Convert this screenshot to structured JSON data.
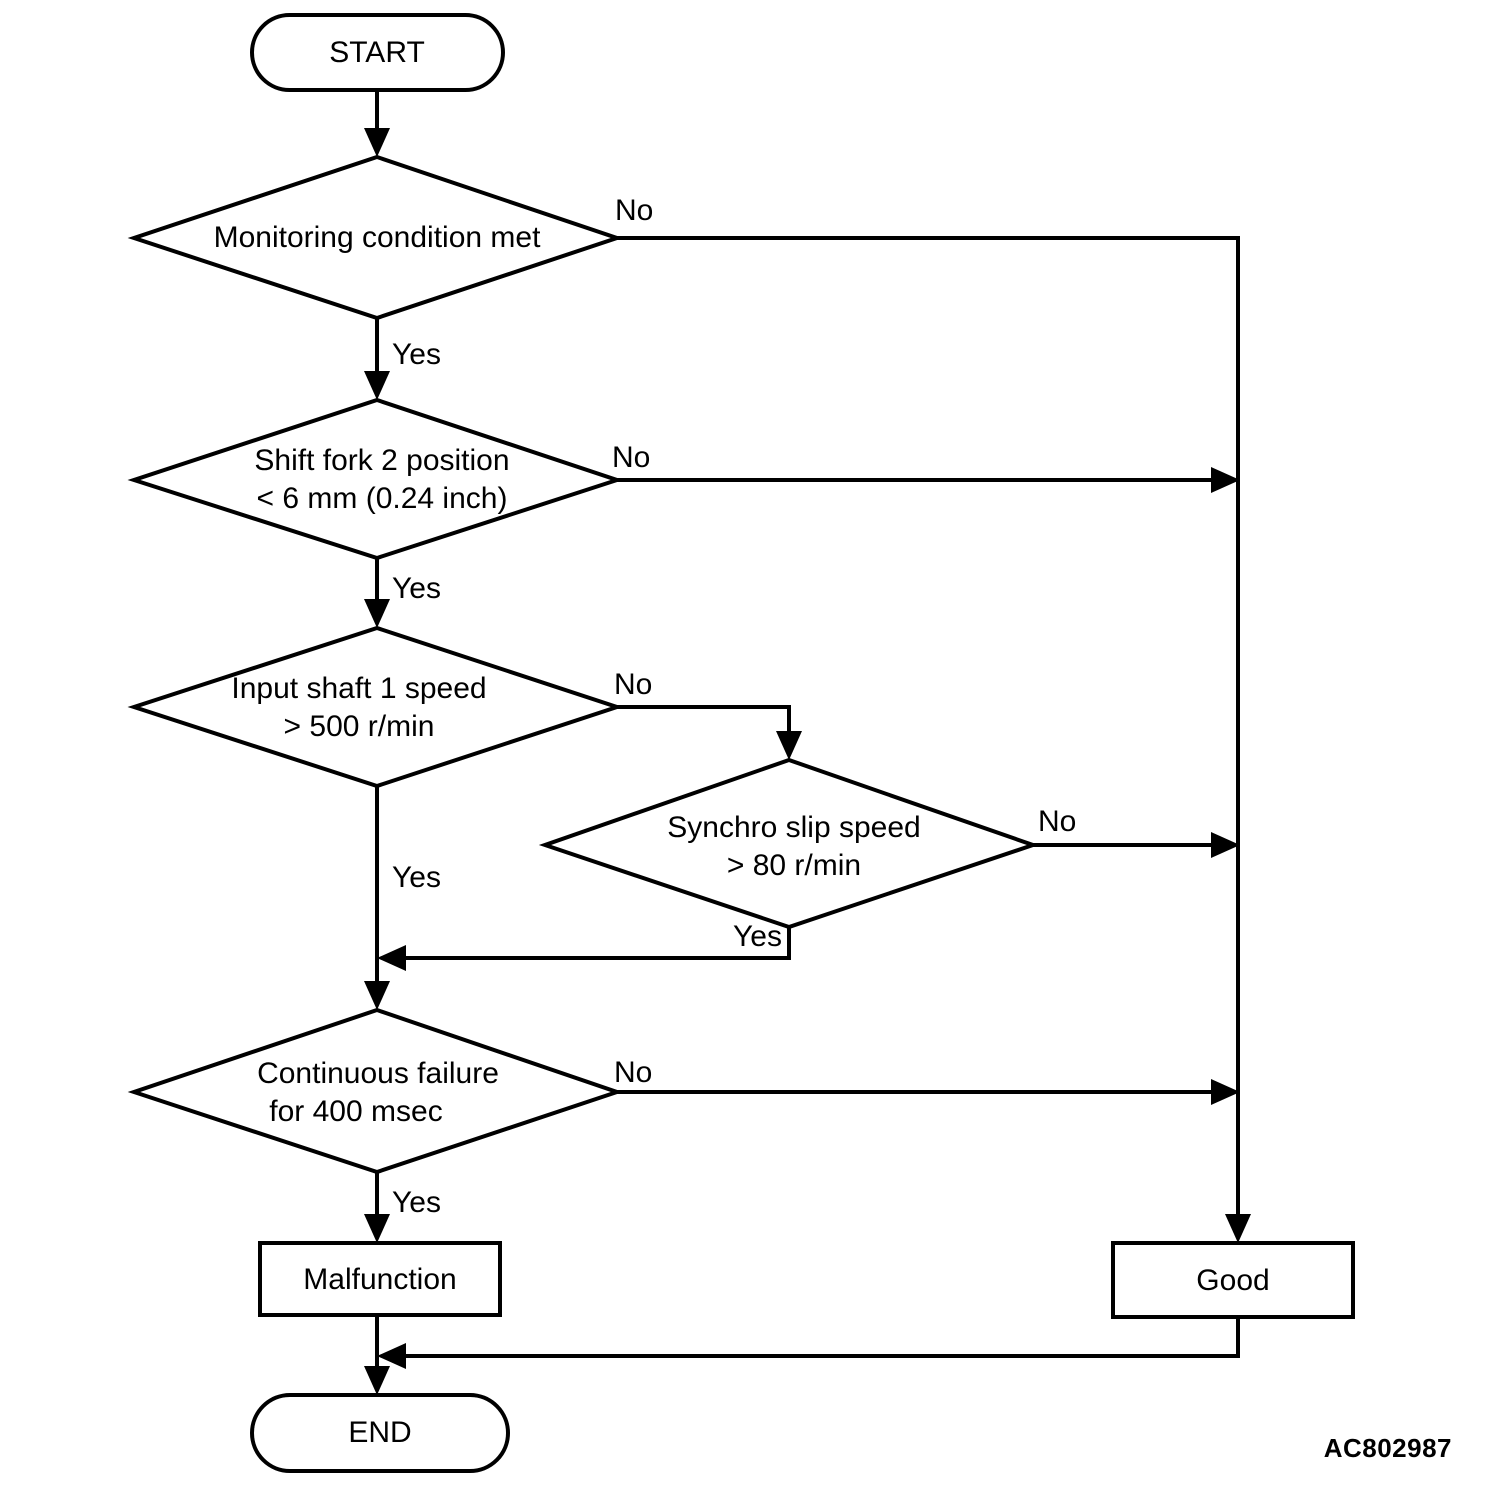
{
  "figure": {
    "id_label": "AC802987",
    "type": "flowchart",
    "title": "",
    "background_color": "#ffffff",
    "line_color": "#000000"
  },
  "nodes": {
    "start": {
      "label": "START",
      "shape": "terminator"
    },
    "decision_monitoring": {
      "label_line1": "Monitoring condition met",
      "label_line2": "",
      "shape": "decision"
    },
    "decision_shift_fork": {
      "label_line1": "Shift fork 2 position",
      "label_line2": "< 6 mm (0.24 inch)",
      "shape": "decision"
    },
    "decision_input_shaft": {
      "label_line1": "Input shaft 1 speed",
      "label_line2": "> 500 r/min",
      "shape": "decision"
    },
    "decision_synchro": {
      "label_line1": "Synchro slip speed",
      "label_line2": "> 80 r/min",
      "shape": "decision"
    },
    "decision_continuous_failure": {
      "label_line1": "Continuous failure",
      "label_line2": "for 400 msec",
      "shape": "decision"
    },
    "result_malfunction": {
      "label": "Malfunction",
      "shape": "process"
    },
    "result_good": {
      "label": "Good",
      "shape": "process"
    },
    "end": {
      "label": "END",
      "shape": "terminator"
    }
  },
  "edges": {
    "monitoring_no": {
      "label": "No",
      "from": "decision_monitoring",
      "to": "result_good"
    },
    "monitoring_yes": {
      "label": "Yes",
      "from": "decision_monitoring",
      "to": "decision_shift_fork"
    },
    "shift_fork_no": {
      "label": "No",
      "from": "decision_shift_fork",
      "to": "result_good"
    },
    "shift_fork_yes": {
      "label": "Yes",
      "from": "decision_shift_fork",
      "to": "decision_input_shaft"
    },
    "input_shaft_no": {
      "label": "No",
      "from": "decision_input_shaft",
      "to": "decision_synchro"
    },
    "input_shaft_yes": {
      "label": "Yes",
      "from": "decision_input_shaft",
      "to": "decision_continuous_failure"
    },
    "synchro_no": {
      "label": "No",
      "from": "decision_synchro",
      "to": "result_good"
    },
    "synchro_yes": {
      "label": "Yes",
      "from": "decision_synchro",
      "to": "decision_continuous_failure"
    },
    "failure_no": {
      "label": "No",
      "from": "decision_continuous_failure",
      "to": "result_good"
    },
    "failure_yes": {
      "label": "Yes",
      "from": "decision_continuous_failure",
      "to": "result_malfunction"
    },
    "malfunction_end": {
      "label": "",
      "from": "result_malfunction",
      "to": "end"
    },
    "good_end": {
      "label": "",
      "from": "result_good",
      "to": "end"
    }
  }
}
